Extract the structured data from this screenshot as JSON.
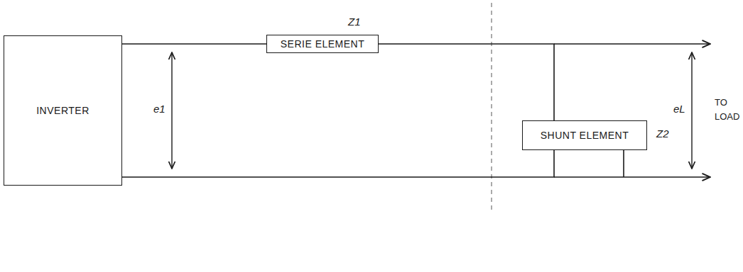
{
  "diagram": {
    "nodes": [
      {
        "text": [
          "INVERTER"
        ]
      },
      {
        "text": [
          "SERIE ELEMENT"
        ]
      },
      {
        "text": [
          "SHUNT ELEMENT"
        ]
      }
    ],
    "edges": [
      {
        "from": 0,
        "to": 1,
        "arrow": "none"
      },
      {
        "from": 1,
        "to": 2,
        "arrow": "none"
      },
      {
        "from": 0,
        "to": 2,
        "arrow": "none"
      }
    ],
    "labels": [
      "Z1",
      "Z2",
      "e1",
      "eL",
      "TO LOAD"
    ]
  }
}
